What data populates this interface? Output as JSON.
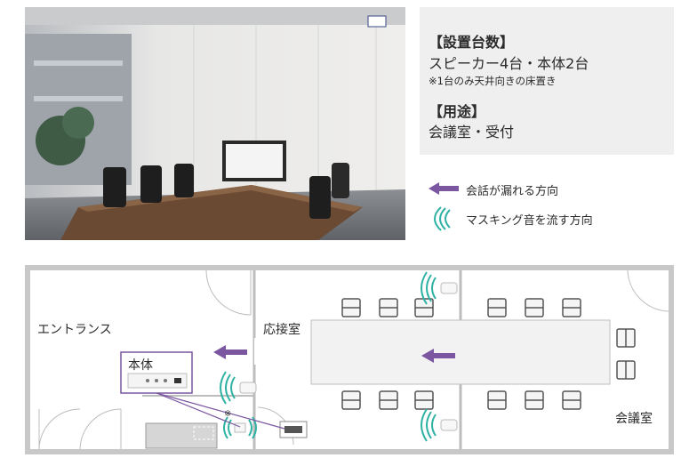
{
  "info": {
    "units_heading": "【設置台数】",
    "units_text": "スピーカー4台・本体2台",
    "units_note": "※1台のみ天井向きの床置き",
    "use_heading": "【用途】",
    "use_text": "会議室・受付"
  },
  "legend": {
    "arrow_text": "会話が漏れる方向",
    "wave_text": "マスキング音を流す方向"
  },
  "plan": {
    "entrance_label": "エントランス",
    "reception_label": "応接室",
    "meeting_label": "会議室",
    "unit_label": "本体",
    "asterisk": "※"
  },
  "colors": {
    "arrow": "#7a57a0",
    "wave": "#2fb2a4",
    "unit_border": "#7a57a0",
    "wall": "#c8c8c8"
  }
}
